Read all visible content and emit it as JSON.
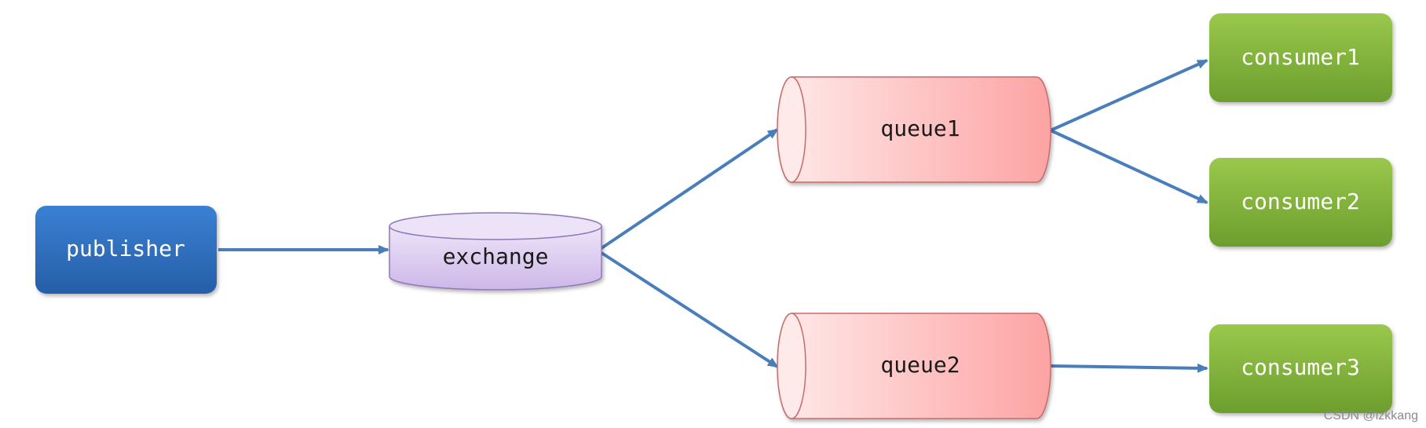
{
  "nodes": {
    "publisher": "publisher",
    "exchange": "exchange",
    "queue1": "queue1",
    "queue2": "queue2",
    "consumer1": "consumer1",
    "consumer2": "consumer2",
    "consumer3": "consumer3"
  },
  "edges": [
    {
      "from": "publisher",
      "to": "exchange"
    },
    {
      "from": "exchange",
      "to": "queue1"
    },
    {
      "from": "exchange",
      "to": "queue2"
    },
    {
      "from": "queue1",
      "to": "consumer1"
    },
    {
      "from": "queue1",
      "to": "consumer2"
    },
    {
      "from": "queue2",
      "to": "consumer3"
    }
  ],
  "colors": {
    "publisher": "#2f6fbf",
    "exchange": "#dccdf0",
    "queue": "#fdb4b4",
    "consumer": "#7fb23a",
    "arrow": "#4a7ebb"
  },
  "watermark": "CSDN @lzkkang"
}
